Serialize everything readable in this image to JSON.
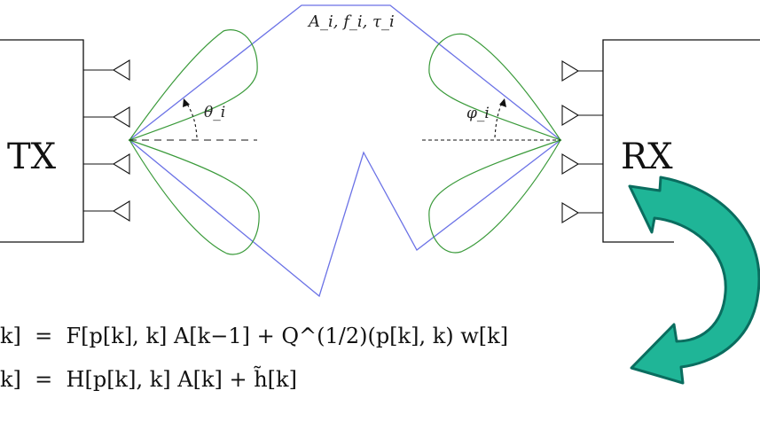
{
  "diagram": {
    "tx_label": "TX",
    "rx_label": "RX",
    "path_params_label": "A_i, f_i, τ_i",
    "tx_angle_label": "θ_i",
    "rx_angle_label": "φ_i",
    "colors": {
      "ray": "#6b72e6",
      "lobe": "#3a9a3a",
      "arrow_fill": "#1fb597",
      "arrow_stroke": "#0a6d5f",
      "line": "#111111"
    },
    "equations": [
      "k]  =  F[p[k], k] A[k−1] + Q^(1/2)(p[k], k) w[k]",
      "k]  =  H[p[k], k] A[k] + h̃[k]"
    ]
  }
}
